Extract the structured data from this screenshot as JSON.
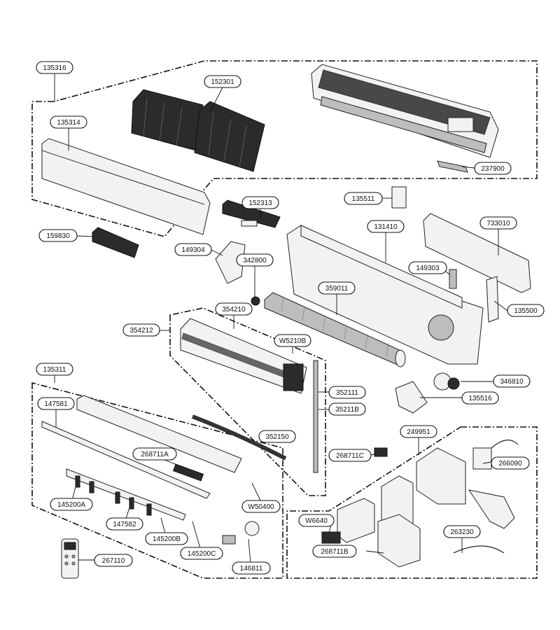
{
  "labels": {
    "l135316": "135316",
    "l152301": "152301",
    "l135314": "135314",
    "l237900": "237900",
    "l135511": "135511",
    "l152313": "152313",
    "l159830": "159830",
    "l131410": "131410",
    "l733010": "733010",
    "l149304": "149304",
    "l342800": "342800",
    "l149303": "149303",
    "l359011": "359011",
    "l135500": "135500",
    "l354210": "354210",
    "l354212": "354212",
    "lW5210B": "W5210B",
    "l135311": "135311",
    "l346810": "346810",
    "l352111": "352111",
    "l147581": "147581",
    "l135516": "135516",
    "l35211B": "35211B",
    "l249951": "249951",
    "l352150": "352150",
    "l268711C": "268711C",
    "l266090": "266090",
    "l268711A": "268711A",
    "lW50400": "W50400",
    "l145200A": "145200A",
    "lW6640": "W6640",
    "l147582": "147582",
    "l263230": "263230",
    "l145200B": "145200B",
    "l145200C": "145200C",
    "l268711B": "268711B",
    "l267110": "267110",
    "l146811": "146811"
  }
}
